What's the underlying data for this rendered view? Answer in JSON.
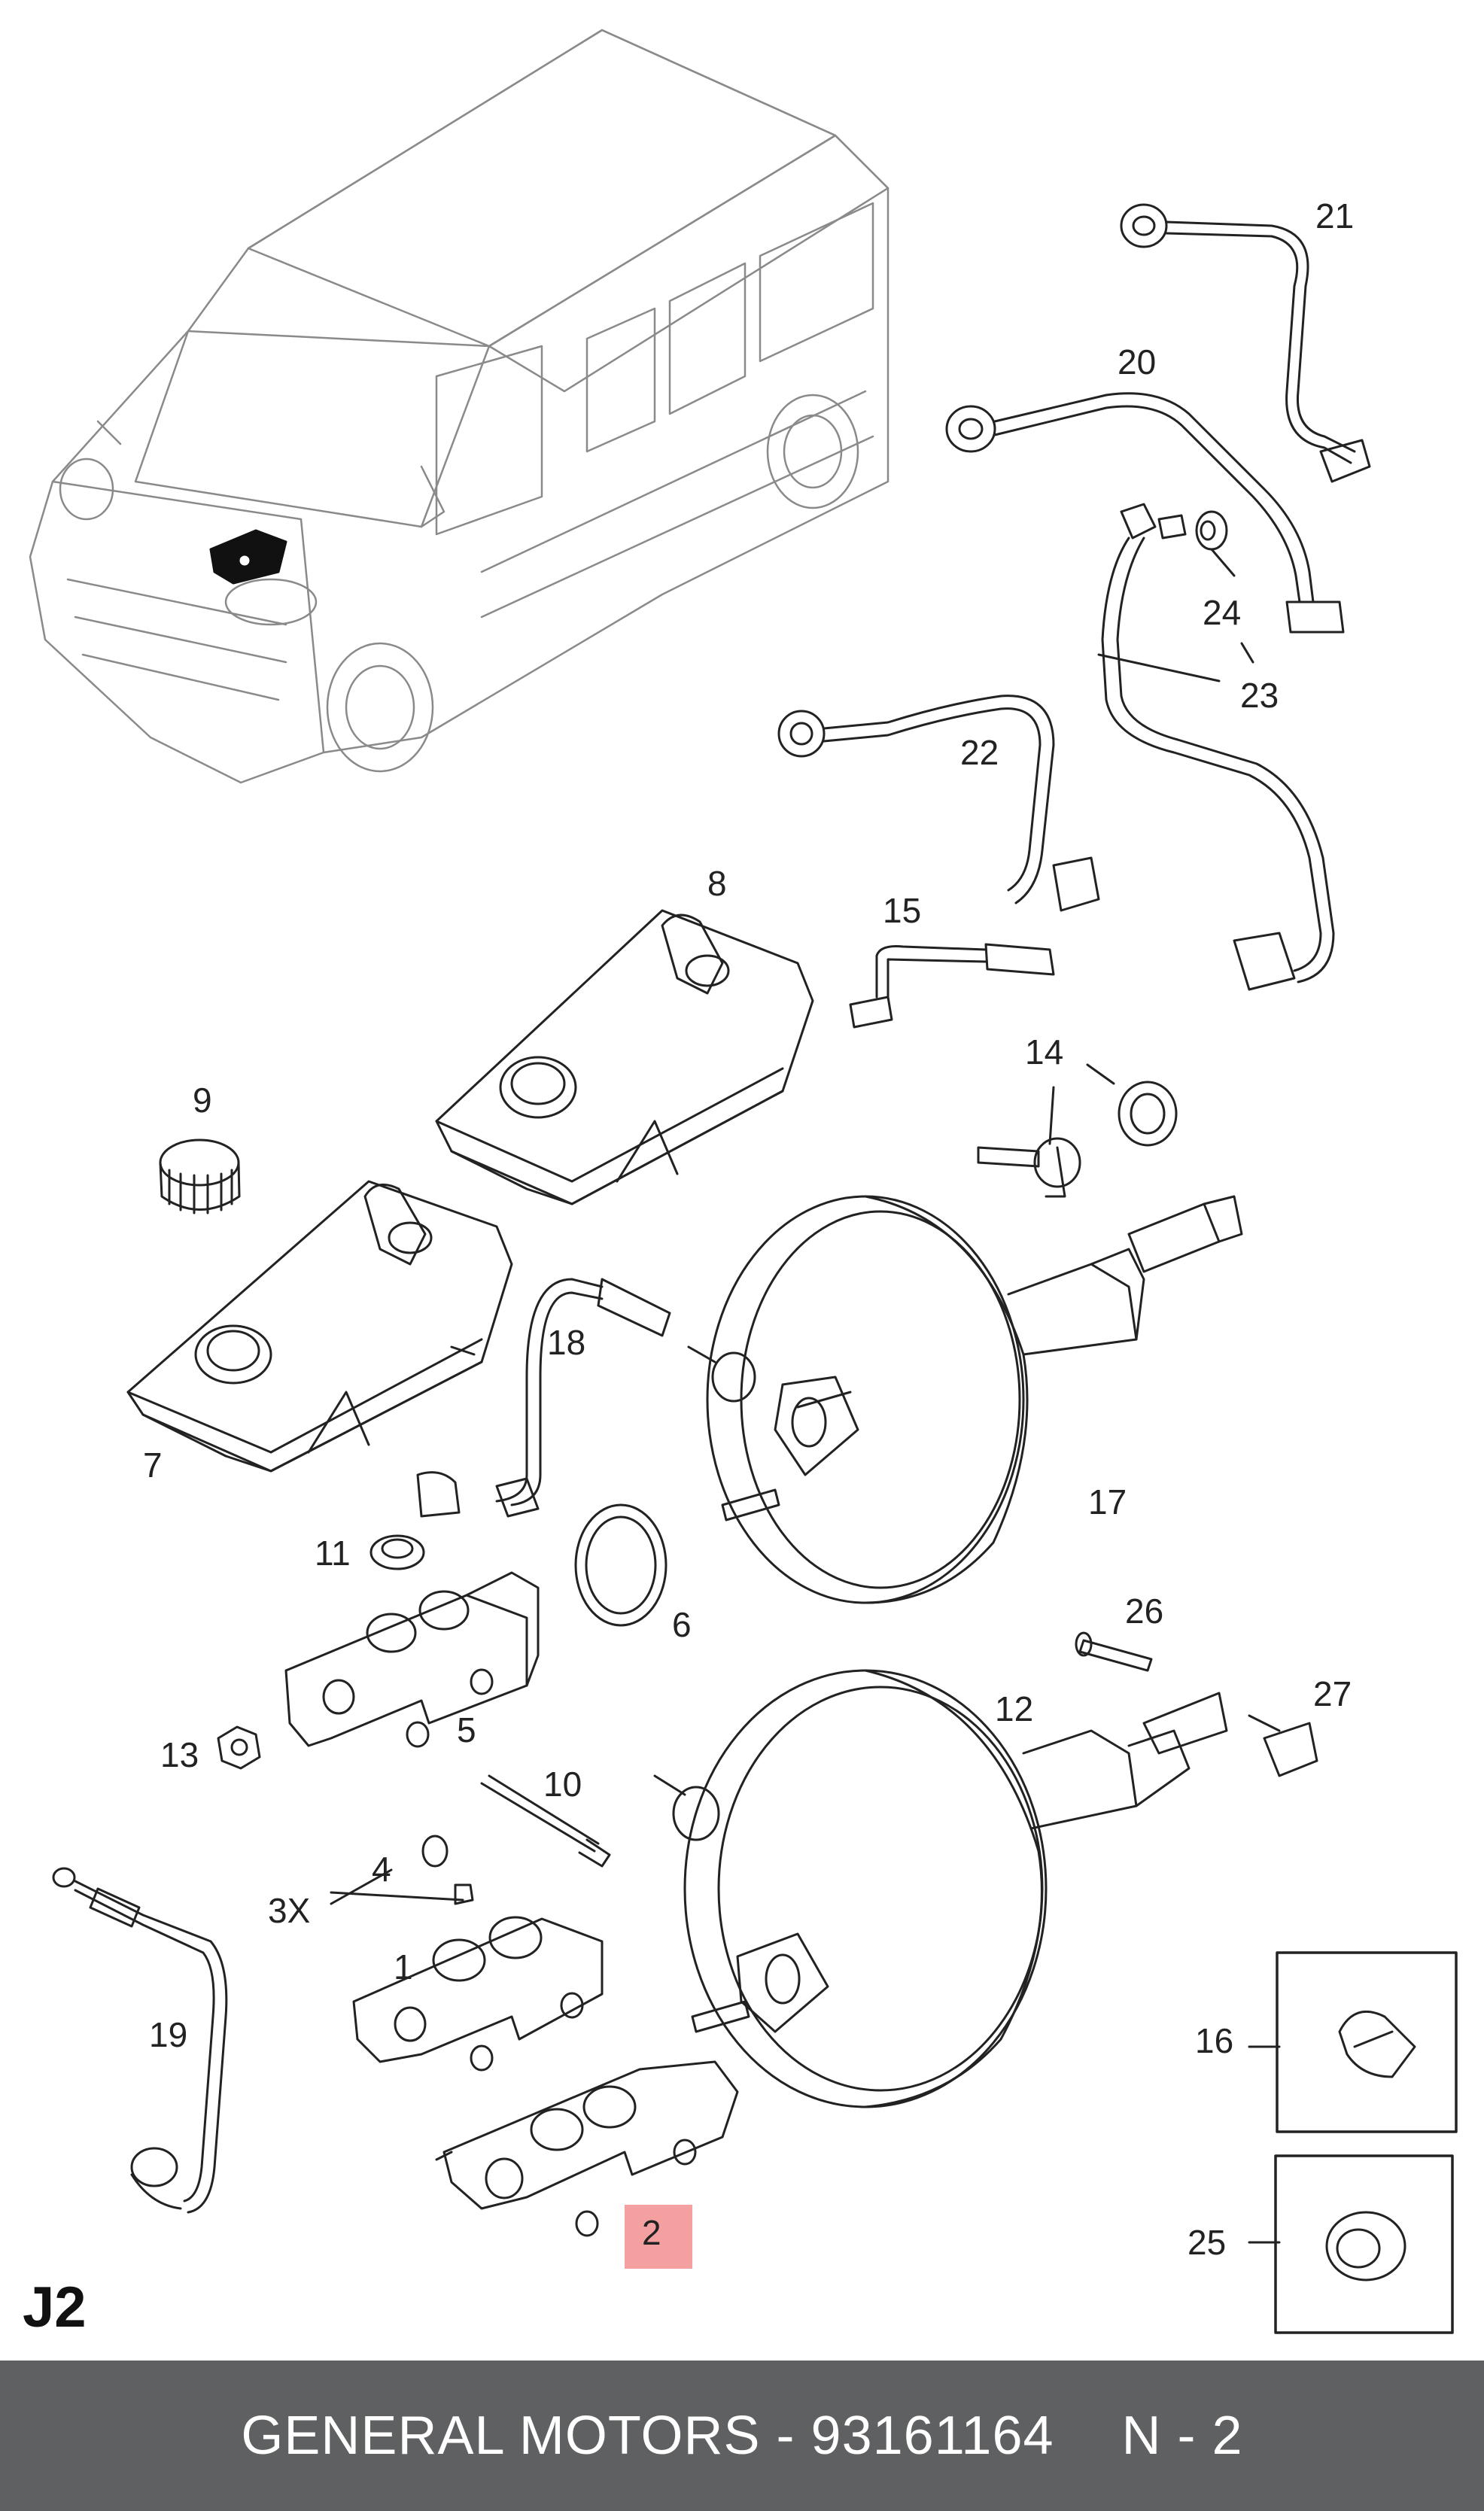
{
  "diagram": {
    "sheet_id": "J2",
    "callouts": {
      "c1": "1",
      "c2": "2",
      "c3x": "3X",
      "c4": "4",
      "c5": "5",
      "c6": "6",
      "c7": "7",
      "c8": "8",
      "c9": "9",
      "c10": "10",
      "c11": "11",
      "c12": "12",
      "c13": "13",
      "c14": "14",
      "c15": "15",
      "c16": "16",
      "c17": "17",
      "c18": "18",
      "c19": "19",
      "c20": "20",
      "c21": "21",
      "c22": "22",
      "c23": "23",
      "c24": "24",
      "c25": "25",
      "c26": "26",
      "c27": "27"
    },
    "highlight_color": "#f4a0a0"
  },
  "footer": {
    "brand": "GENERAL MOTORS",
    "separator": "-",
    "part_number": "93161164",
    "position": "N - 2",
    "background": "#5f6061"
  }
}
